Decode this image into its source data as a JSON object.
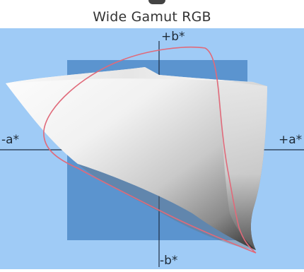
{
  "title": "Wide Gamut RGB",
  "axes": {
    "pos_b": "+b*",
    "neg_b": "-b*",
    "pos_a": "+a*",
    "neg_a": "-a*"
  },
  "colors": {
    "background_field": "#9fcbf6",
    "inner_square": "#5b94cf",
    "axis_line": "#1f2f44",
    "outline_curve": "#e06a7a"
  }
}
